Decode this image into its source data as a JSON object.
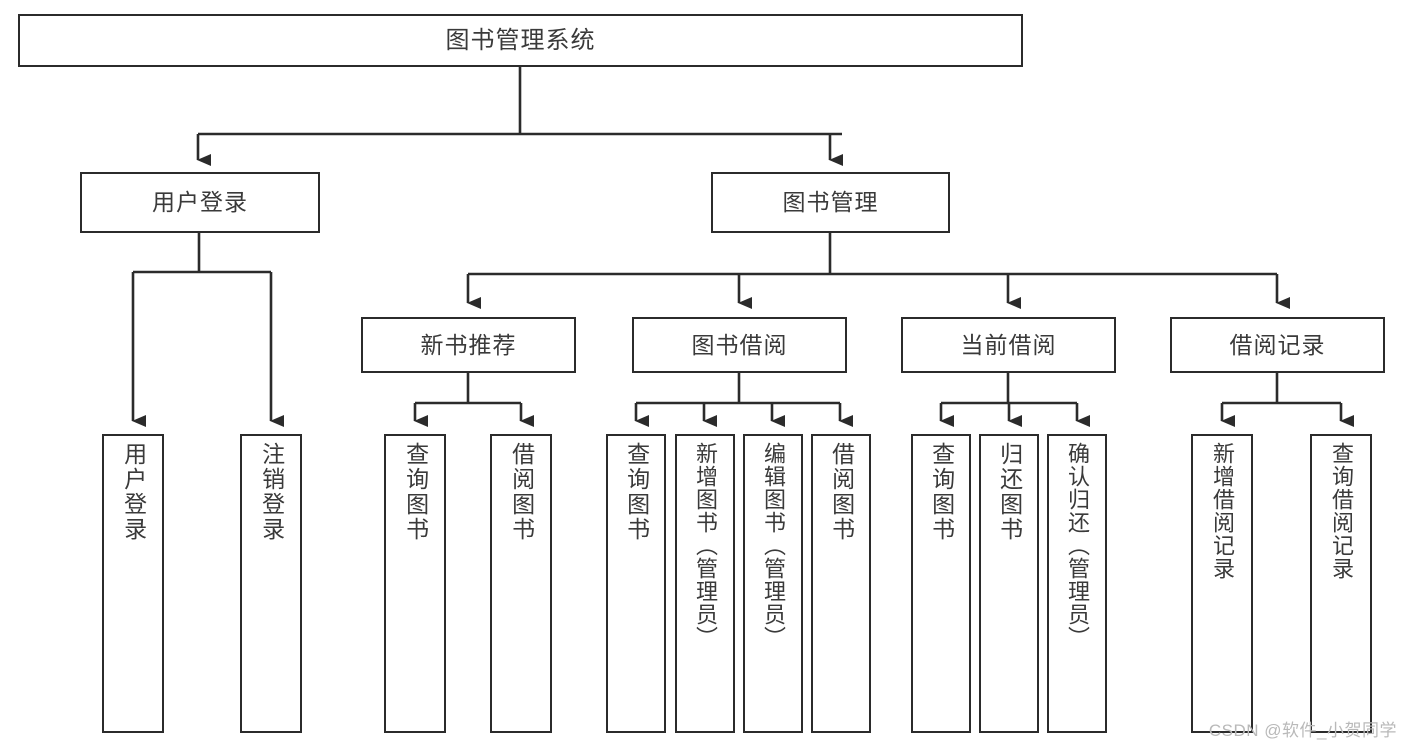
{
  "diagram": {
    "title": "图书管理系统",
    "type": "tree-hierarchy-diagram",
    "colors": {
      "box_border": "#2b2b2b",
      "box_fill": "#ffffff",
      "text": "#3a3a3a",
      "connector": "#2b2b2b",
      "watermark": "#b9b9b9",
      "background": "#ffffff"
    },
    "levels": {
      "root": {
        "label": "图书管理系统"
      },
      "level2": [
        {
          "id": "user-login",
          "label": "用户登录"
        },
        {
          "id": "book-management",
          "label": "图书管理"
        }
      ],
      "level3": [
        {
          "id": "new-book-recommend",
          "label": "新书推荐"
        },
        {
          "id": "book-borrow",
          "label": "图书借阅"
        },
        {
          "id": "current-borrow",
          "label": "当前借阅"
        },
        {
          "id": "borrow-record",
          "label": "借阅记录"
        }
      ],
      "leaves": [
        {
          "id": "leaf-user-login",
          "label": "用户登录",
          "parent": "user-login"
        },
        {
          "id": "leaf-logout-login",
          "label": "注销登录",
          "parent": "user-login"
        },
        {
          "id": "leaf-query-book-1",
          "label": "查询图书",
          "parent": "new-book-recommend"
        },
        {
          "id": "leaf-borrow-book-1",
          "label": "借阅图书",
          "parent": "new-book-recommend"
        },
        {
          "id": "leaf-query-book-2",
          "label": "查询图书",
          "parent": "book-borrow"
        },
        {
          "id": "leaf-add-book",
          "label": "新增图书（管理员）",
          "parent": "book-borrow"
        },
        {
          "id": "leaf-edit-book",
          "label": "编辑图书（管理员）",
          "parent": "book-borrow"
        },
        {
          "id": "leaf-borrow-book-2",
          "label": "借阅图书",
          "parent": "book-borrow"
        },
        {
          "id": "leaf-query-book-3",
          "label": "查询图书",
          "parent": "current-borrow"
        },
        {
          "id": "leaf-return-book",
          "label": "归还图书",
          "parent": "current-borrow"
        },
        {
          "id": "leaf-confirm-return",
          "label": "确认归还（管理员）",
          "parent": "current-borrow"
        },
        {
          "id": "leaf-add-record",
          "label": "新增借阅记录",
          "parent": "borrow-record"
        },
        {
          "id": "leaf-query-record",
          "label": "查询借阅记录",
          "parent": "borrow-record"
        }
      ]
    }
  },
  "watermark": {
    "text": "CSDN @软件_小贺同学"
  }
}
